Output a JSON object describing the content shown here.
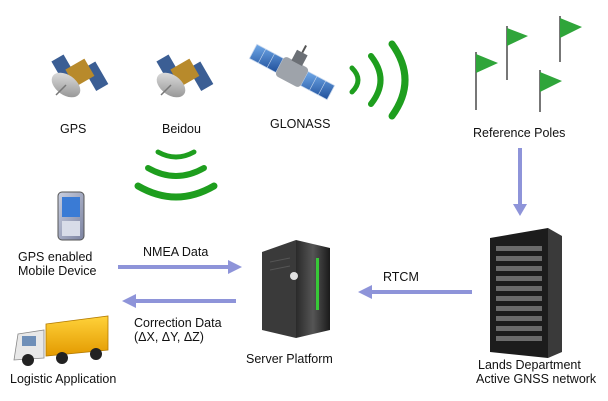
{
  "sources": {
    "gps": "GPS",
    "beidou": "Beidou",
    "glonass": "GLONASS",
    "reference_poles": "Reference Poles"
  },
  "devices": {
    "mobile_line1": "GPS enabled",
    "mobile_line2": "Mobile Device",
    "logistic": "Logistic Application",
    "server": "Server Platform",
    "network_line1": "Lands Department",
    "network_line2": "Active GNSS network"
  },
  "flows": {
    "nmea": "NMEA Data",
    "correction_line1": "Correction Data",
    "correction_line2": "(ΔX, ΔY, ΔZ)",
    "rtcm": "RTCM"
  },
  "colors": {
    "arrow": "#8e94d9",
    "signal": "#1e9e1e",
    "flag": "#2fa53a"
  },
  "icons": [
    "satellite-icon",
    "wifi-signal-icon",
    "flag-icon",
    "smartphone-icon",
    "truck-icon",
    "server-tower-icon",
    "server-rack-icon"
  ]
}
